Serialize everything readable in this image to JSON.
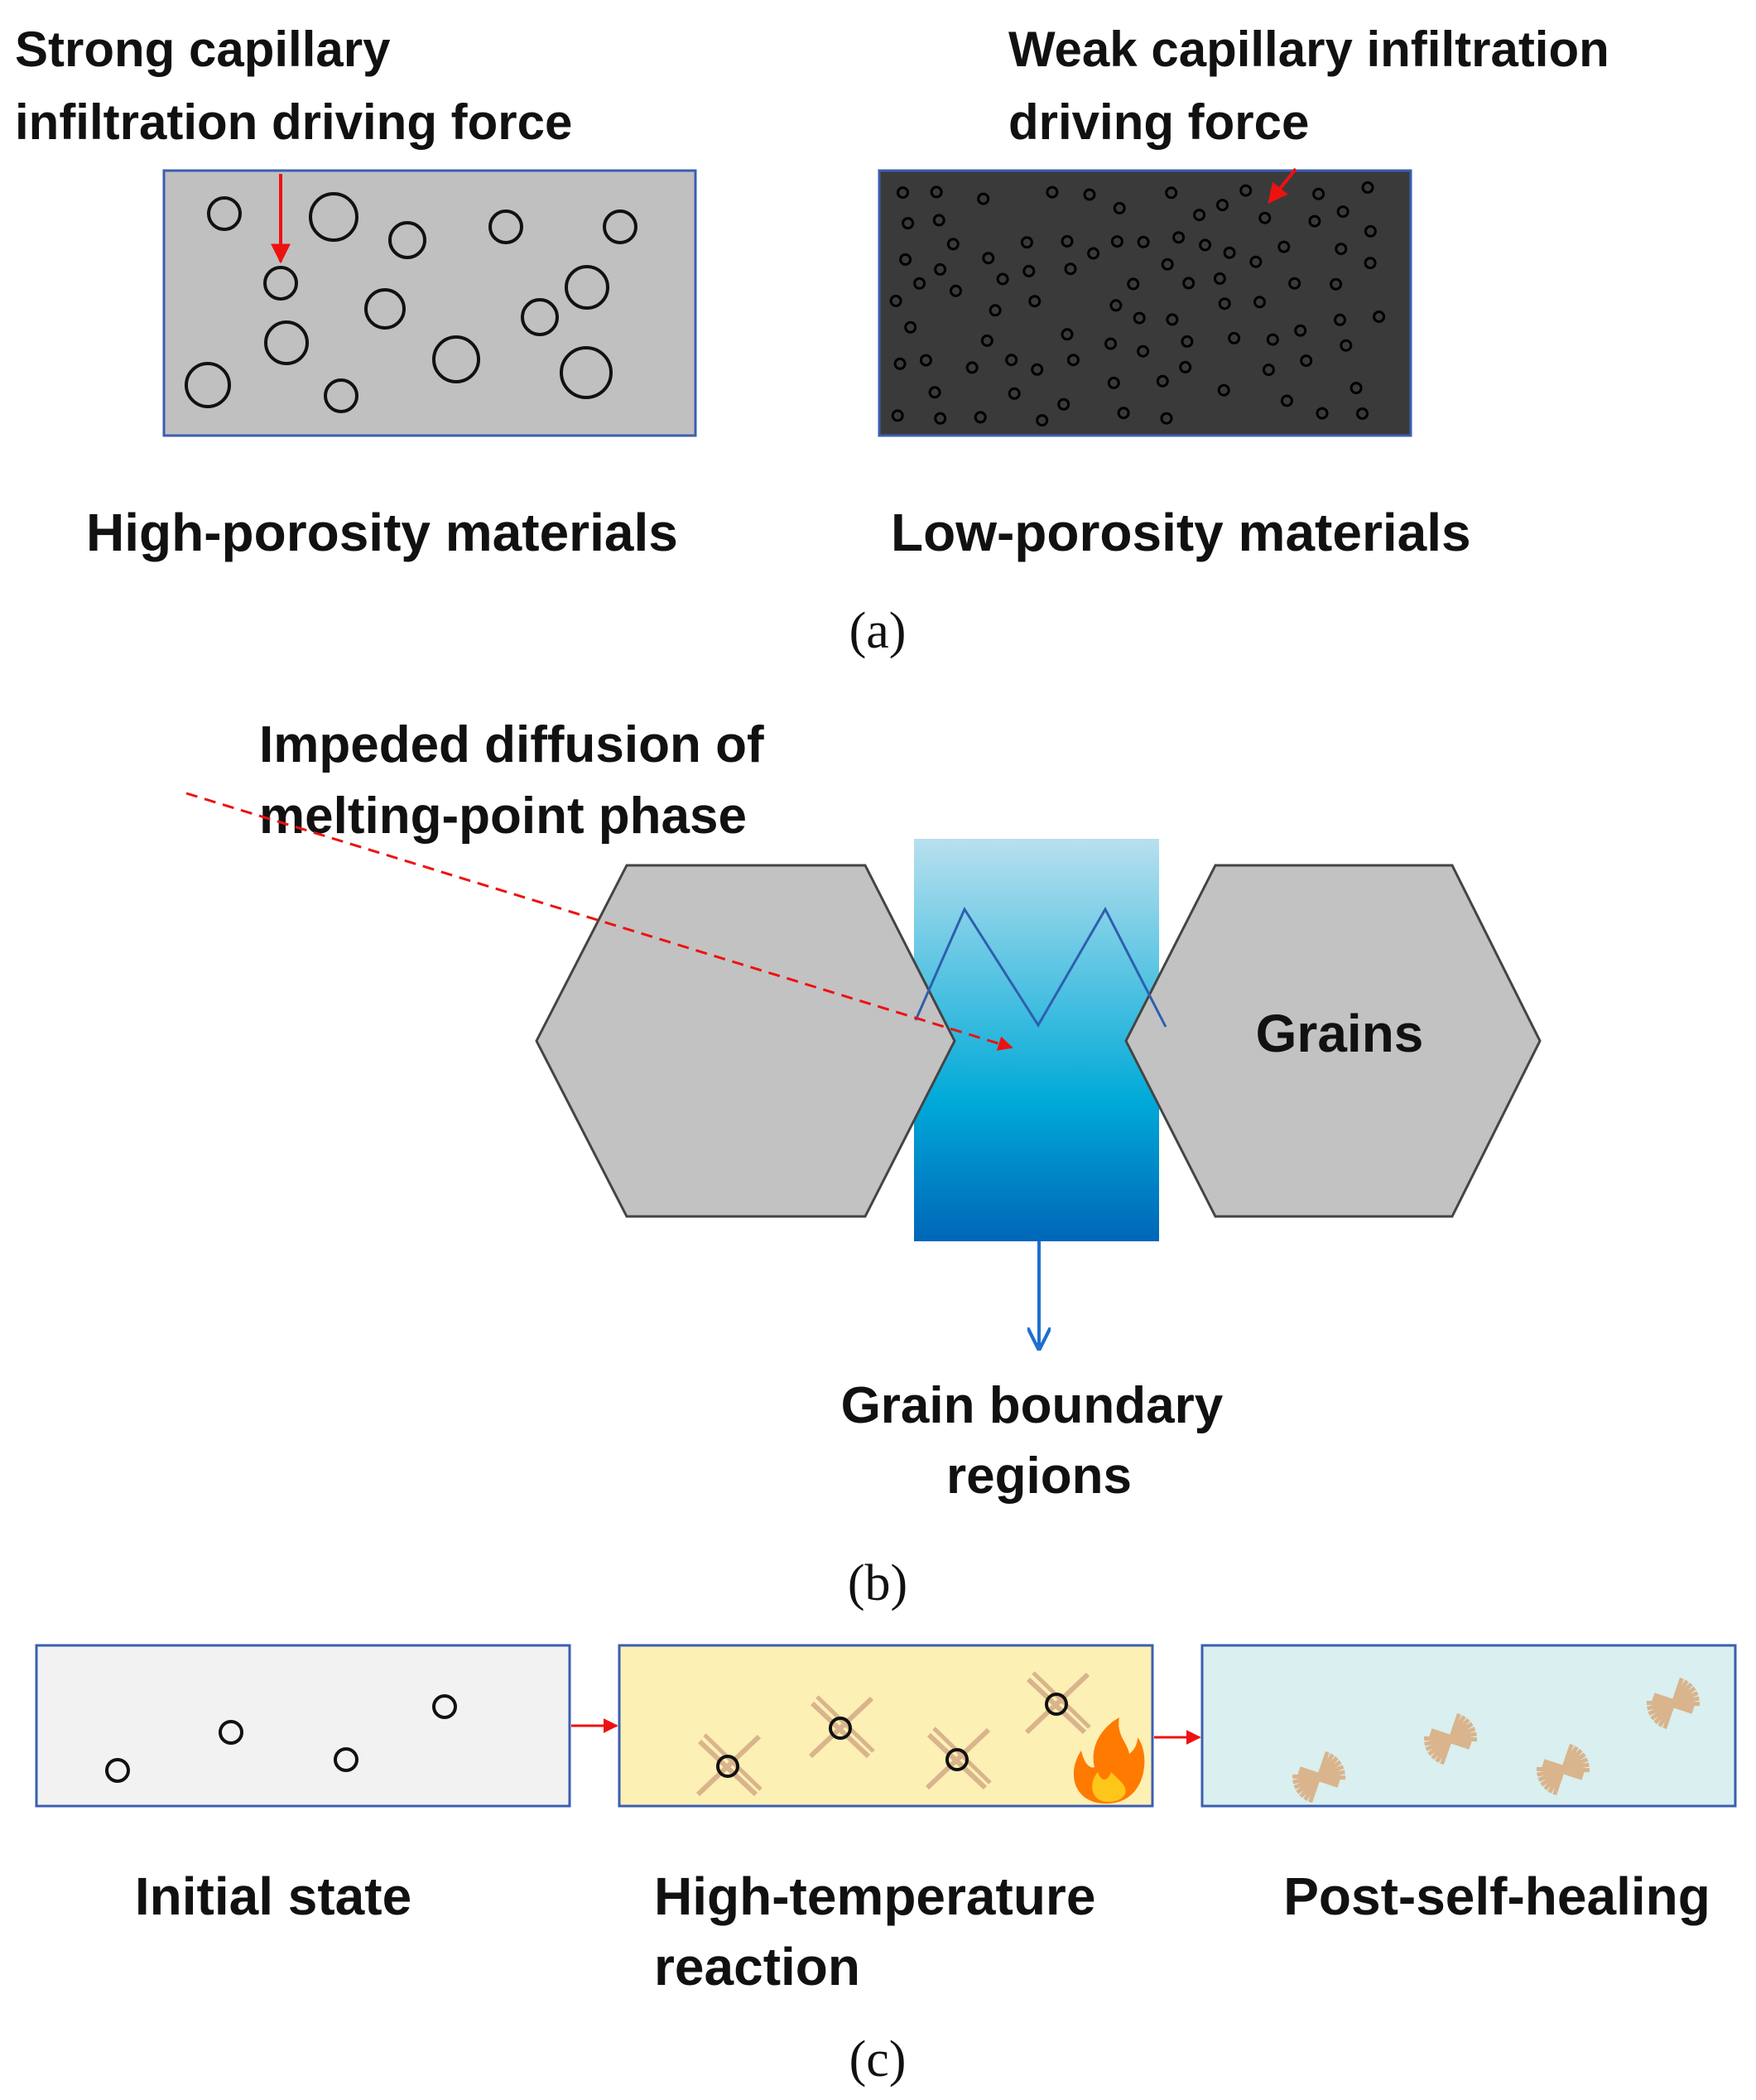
{
  "panel_a": {
    "left": {
      "top_label_lines": [
        "Strong capillary",
        "infiltration driving force"
      ],
      "caption": "High-porosity materials",
      "fill_color": "#c0c0c0"
    },
    "right": {
      "top_label_lines": [
        "Weak capillary infiltration",
        "driving force"
      ],
      "caption": "Low-porosity materials",
      "fill_color": "#3a3a3a"
    },
    "frame_color": "#3a5fb0",
    "arrow_color": "#ee1111",
    "panel_label": "(a)"
  },
  "panel_b": {
    "diffusion_label_lines": [
      "Impeded diffusion of",
      "melting-point phase"
    ],
    "grains_label": "Grains",
    "boundary_label_lines": [
      "Grain boundary",
      "regions"
    ],
    "grain_color": "#c2c2c2",
    "boundary_top_color": "#b8e0ee",
    "boundary_mid_color": "#00aad8",
    "boundary_bottom_color": "#0066b8",
    "boundary_arrow_color": "#1e6fd0",
    "panel_label": "(b)"
  },
  "panel_c": {
    "stages": [
      {
        "label_lines": [
          "Initial state"
        ],
        "fill": "#f2f2f2"
      },
      {
        "label_lines": [
          "High-temperature",
          "reaction"
        ],
        "fill": "#fdf0b4"
      },
      {
        "label_lines": [
          "Post-self-healing"
        ],
        "fill": "#d9eff0"
      }
    ],
    "product_color": "#d9b48c",
    "flame_outer_color": "#ff7a00",
    "flame_inner_color": "#ffc61a",
    "panel_label": "(c)"
  }
}
